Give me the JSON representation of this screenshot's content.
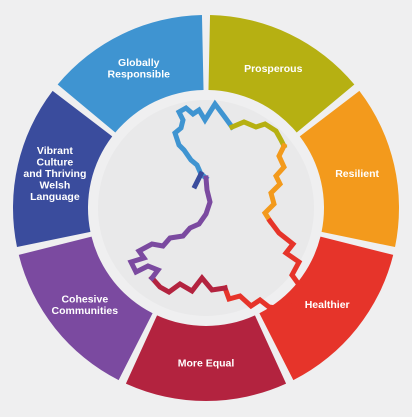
{
  "diagram": {
    "segments": [
      {
        "id": "prosperous",
        "lines": [
          "Prosperous"
        ],
        "color": "#b6b012"
      },
      {
        "id": "resilient",
        "lines": [
          "Resilient"
        ],
        "color": "#f39a1c"
      },
      {
        "id": "healthier",
        "lines": [
          "Healthier"
        ],
        "color": "#e6342a"
      },
      {
        "id": "more-equal",
        "lines": [
          "More Equal"
        ],
        "color": "#b3233f"
      },
      {
        "id": "cohesive-communities",
        "lines": [
          "Cohesive",
          "Communities"
        ],
        "color": "#7b4aa0"
      },
      {
        "id": "vibrant-culture",
        "lines": [
          "Vibrant",
          "Culture",
          "and Thriving",
          "Welsh",
          "Language"
        ],
        "color": "#3a4c9d"
      },
      {
        "id": "globally-responsible",
        "lines": [
          "Globally",
          "Responsible"
        ],
        "color": "#3f94d1"
      }
    ],
    "centre_icon": "wales-map-outline-icon",
    "background_color": "#efeff0",
    "inner_circle_color": "#e9e9ea"
  }
}
